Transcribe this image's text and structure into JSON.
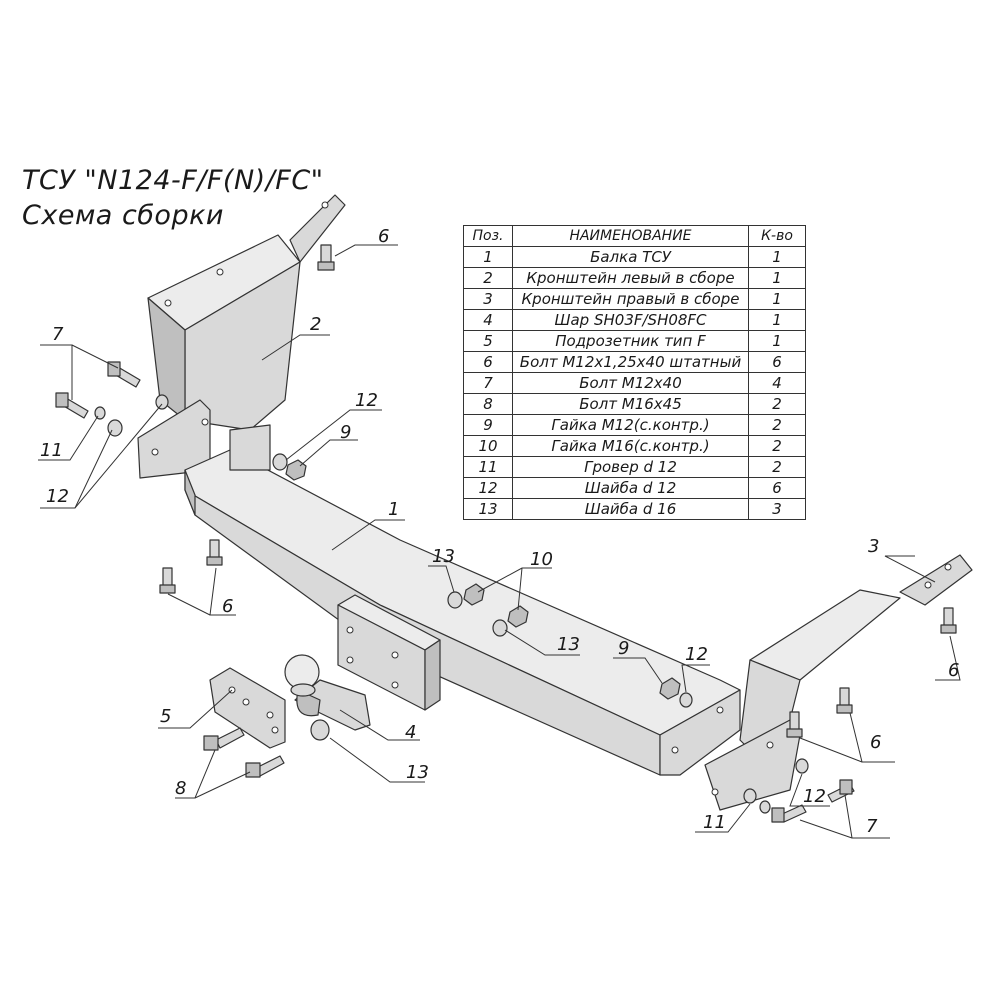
{
  "title": {
    "line1": "ТСУ \"N124-F/F(N)/FC\"",
    "line2": "Схема сборки"
  },
  "table": {
    "headers": {
      "pos": "Поз.",
      "name": "НАИМЕНОВАНИЕ",
      "qty": "К-во"
    },
    "rows": [
      {
        "pos": "1",
        "name": "Балка ТСУ",
        "qty": "1"
      },
      {
        "pos": "2",
        "name": "Кронштейн левый в сборе",
        "qty": "1"
      },
      {
        "pos": "3",
        "name": "Кронштейн правый в сборе",
        "qty": "1"
      },
      {
        "pos": "4",
        "name": "Шар SH03F/SH08FC",
        "qty": "1"
      },
      {
        "pos": "5",
        "name": "Подрозетник тип F",
        "qty": "1"
      },
      {
        "pos": "6",
        "name": "Болт М12х1,25х40 штатный",
        "qty": "6"
      },
      {
        "pos": "7",
        "name": "Болт М12х40",
        "qty": "4"
      },
      {
        "pos": "8",
        "name": "Болт М16х45",
        "qty": "2"
      },
      {
        "pos": "9",
        "name": "Гайка М12(с.контр.)",
        "qty": "2"
      },
      {
        "pos": "10",
        "name": "Гайка  М16(с.контр.)",
        "qty": "2"
      },
      {
        "pos": "11",
        "name": "Гровер d 12",
        "qty": "2"
      },
      {
        "pos": "12",
        "name": "Шайба d 12",
        "qty": "6"
      },
      {
        "pos": "13",
        "name": "Шайба d 16",
        "qty": "3"
      }
    ]
  },
  "callouts": {
    "c1": "1",
    "c2": "2",
    "c3": "3",
    "c4": "4",
    "c5": "5",
    "c6a": "6",
    "c6b": "6",
    "c6c": "6",
    "c6d": "6",
    "c7a": "7",
    "c7b": "7",
    "c8": "8",
    "c9a": "9",
    "c9b": "9",
    "c10": "10",
    "c11a": "11",
    "c11b": "11",
    "c12a": "12",
    "c12b": "12",
    "c12c": "12",
    "c12d": "12",
    "c13a": "13",
    "c13b": "13",
    "c13c": "13"
  }
}
